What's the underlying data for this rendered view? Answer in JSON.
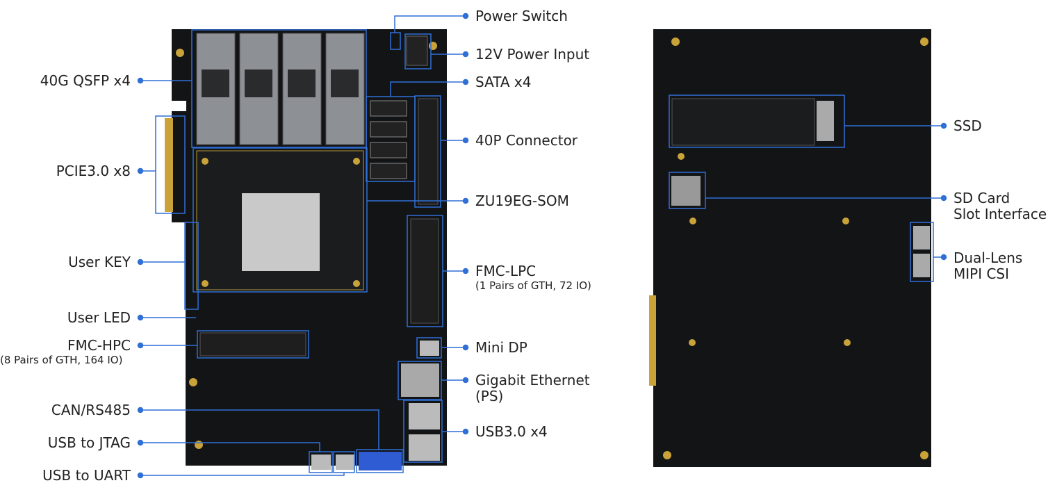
{
  "front_labels": {
    "qsfp": "40G QSFP x4",
    "pcie": "PCIE3.0 x8",
    "user_key": "User KEY",
    "user_led": "User LED",
    "fmc_hpc": "FMC-HPC",
    "fmc_hpc_sub": "(8 Pairs of GTH, 164 IO)",
    "can": "CAN/RS485",
    "usb_jtag": "USB to JTAG",
    "usb_uart": "USB to UART",
    "power_switch": "Power Switch",
    "power_input": "12V Power Input",
    "sata": "SATA x4",
    "conn40p": "40P Connector",
    "som": "ZU19EG-SOM",
    "fmc_lpc": "FMC-LPC",
    "fmc_lpc_sub": "(1 Pairs of GTH, 72 IO)",
    "minidp": "Mini DP",
    "ethernet": "Gigabit Ethernet",
    "ethernet_sub": "(PS)",
    "usb3": "USB3.0 x4"
  },
  "back_labels": {
    "ssd": "SSD",
    "sd": "SD Card",
    "sd_sub": "Slot Interface",
    "mipi": "Dual-Lens",
    "mipi_sub": "MIPI CSI"
  },
  "colors": {
    "accent": "#2f6fd6",
    "board": "#111214"
  }
}
